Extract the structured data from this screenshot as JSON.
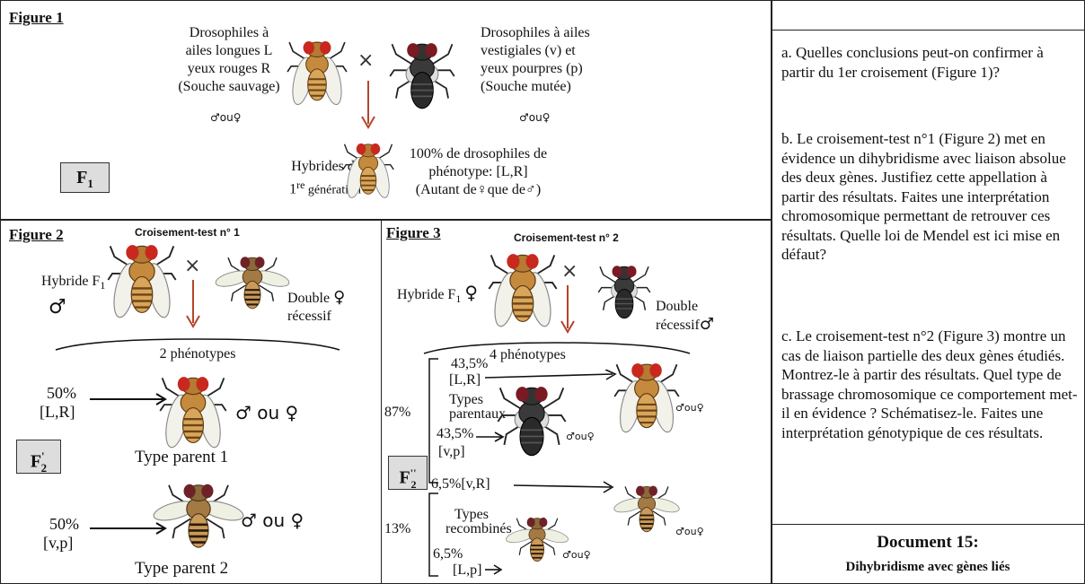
{
  "fig1": {
    "title": "Figure 1",
    "wild_lines": [
      "Drosophiles à",
      "ailes longues L",
      "yeux rouges R",
      "(Souche sauvage)"
    ],
    "mutant_lines": [
      "Drosophiles à ailes",
      "vestigiales (v) et",
      "yeux pourpres (p)",
      "(Souche mutée)"
    ],
    "sex_small": "♂ou♀",
    "cross": "×",
    "f1_label": "F",
    "f1_sub": "1",
    "hybrid_line1": "Hybrides de",
    "hybrid_line2_pre": "1",
    "hybrid_line2_sup": "re",
    "hybrid_line2_post": " génération",
    "result_lines": [
      "100% de drosophiles de",
      "phénotype: [L,R]",
      "(Autant de♀que de♂)"
    ]
  },
  "fig2": {
    "title": "Figure 2",
    "subtitle": "Croisement-test n° 1",
    "hybrid_label": "Hybride F",
    "hybrid_sub": "1",
    "male": "♂",
    "female": "♀",
    "cross": "×",
    "double1": "Double",
    "double2": "récessif",
    "phenotypes": "2 phénotypes",
    "p1_pct": "50%",
    "p1_phen": "[L,R]",
    "p1_sex": "♂ ou ♀",
    "p1_type": "Type parent 1",
    "p2_pct": "50%",
    "p2_phen": "[v,p]",
    "p2_sex": "♂ ou ♀",
    "p2_type": "Type parent 2",
    "fprime": "F",
    "fprime_sub": "2",
    "fprime_sup": "'"
  },
  "fig3": {
    "title": "Figure 3",
    "subtitle": "Croisement-test n° 2",
    "hybrid_label": "Hybride F",
    "hybrid_sub": "1",
    "female": "♀",
    "male": "♂",
    "cross": "×",
    "double1": "Double",
    "double2": "récessif",
    "phenotypes": "4 phénotypes",
    "pct_parental": "87%",
    "pct_recomb": "13%",
    "lr_pct": "43,5%",
    "lr_phen": "[L,R]",
    "parentaux1": "Types",
    "parentaux2": "parentaux",
    "vp_pct": "43,5%",
    "vp_phen": "[v,p]",
    "vr": "6,5%[v,R]",
    "recomb1": "Types",
    "recomb2": "recombinés",
    "lp_pct": "6,5%",
    "lp_phen": "[L,p]",
    "sex_small": "♂ou♀",
    "fdouble": "F",
    "fdouble_sub": "2",
    "fdouble_sup": "''"
  },
  "questions": {
    "a": "a. Quelles conclusions peut-on confirmer à partir du 1er croisement (Figure 1)?",
    "b": "b. Le croisement-test n°1 (Figure 2) met en évidence un dihybridisme avec liaison absolue des deux gènes. Justifiez cette appellation à partir des résultats. Faites une interprétation chromosomique permettant de retrouver ces résultats. Quelle loi de Mendel est ici mise en défaut?",
    "c": "c. Le croisement-test n°2 (Figure 3) montre un cas de liaison partielle des deux gènes étudiés. Montrez-le à partir des résultats. Quel type de brassage chromosomique ce comportement met-il en évidence ? Schématisez-le. Faites une interprétation génotypique de ces résultats."
  },
  "document": {
    "title": "Document 15:",
    "subtitle": "Dihybridisme avec gènes liés"
  },
  "colors": {
    "red_eye": "#c8281e",
    "purple_eye": "#7a1a22",
    "wild_body": "#d9a55a",
    "mutant_body": "#2a2a2a",
    "arrow": "#b5442c"
  }
}
